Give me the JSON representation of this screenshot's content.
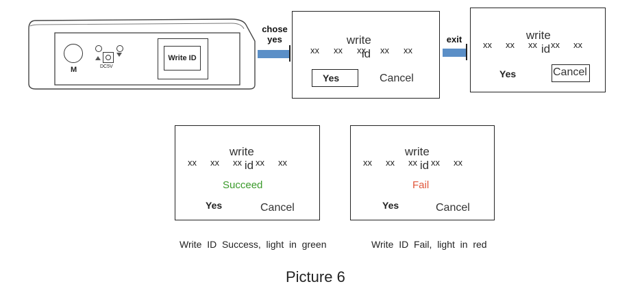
{
  "device": {
    "m_label": "M",
    "dc_label": "DC5V",
    "button_label": "Write ID"
  },
  "arrows": {
    "first_label_line1": "chose",
    "first_label_line2": "yes",
    "second_label": "exit"
  },
  "dialogs": [
    {
      "title_word1": "write",
      "title_word2": "id",
      "values": [
        "xx",
        "xx",
        "xx",
        "xx",
        "xx"
      ],
      "status": "",
      "yes": "Yes",
      "cancel": "Cancel",
      "selected": "yes"
    },
    {
      "title_word1": "write",
      "title_word2": "id",
      "values": [
        "xx",
        "xx",
        "xx",
        "xx",
        "xx"
      ],
      "status": "",
      "yes": "Yes",
      "cancel": "Cancel",
      "selected": "cancel"
    },
    {
      "title_word1": "write",
      "title_word2": "id",
      "values": [
        "xx",
        "xx",
        "xx",
        "xx",
        "xx"
      ],
      "status": "Succeed",
      "status_color": "#3a9a2a",
      "yes": "Yes",
      "cancel": "Cancel",
      "selected": ""
    },
    {
      "title_word1": "write",
      "title_word2": "id",
      "values": [
        "xx",
        "xx",
        "xx",
        "xx",
        "xx"
      ],
      "status": "Fail",
      "status_color": "#e0553a",
      "yes": "Yes",
      "cancel": "Cancel",
      "selected": ""
    }
  ],
  "captions": {
    "success": "Write  ID  Success,  light  in  green",
    "fail": "Write  ID  Fail,  light  in  red"
  },
  "figure_title": "Picture 6",
  "colors": {
    "arrow": "#5b8fc7",
    "success": "#3a9a2a",
    "fail": "#e0553a"
  }
}
